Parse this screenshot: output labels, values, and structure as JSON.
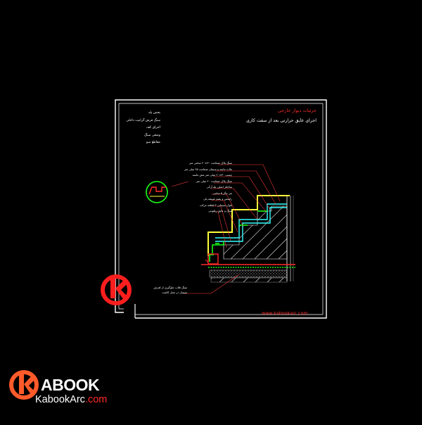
{
  "drawing": {
    "title": "جزئیات دیوار خارجی",
    "subtitle": "اجرای عایق حرارتی بعد از سفت کاری",
    "legend": [
      "بخش پله",
      "سنگ فرش گرانیت داخلی",
      "اجرای کف",
      "وضعی سنگ",
      "مقاطع سو"
    ],
    "callouts": [
      "سنگ پلاک ضخامت ۳۰×۲۰ سانتی متر",
      "ملات ماسه و سیمان ضخامت ۲۵ میلی متر",
      "چسب ۳۰×۲۰ میلی متر مش ماسه",
      "سنگ پلاک ضخامت ۲۰ میلی متر",
      "ساختار اصلی پله آرکی",
      "بتن مگر ۵ سانتی",
      "رابیتس و پشم شیشه پلی",
      "بلوک سیمانی ۳ قطعه مرکب",
      "سنگ و عایق رطوبتی"
    ],
    "note": [
      "سنگ قلاب جلوگیری از لغزش",
      "سیمان در محل کاشت"
    ],
    "website": "www.kabookarc.com",
    "colors": {
      "frame": "#ffffff",
      "red": "#ff2a2a",
      "yellow": "#ffff3a",
      "green": "#19ff19",
      "cyan": "#33ffff",
      "grey": "#bdbdbd"
    }
  },
  "branding": {
    "logo_text": "ABOOK",
    "url_black": "KabookArc",
    "url_red": ".com",
    "logo_icon": "kabook-k-icon"
  }
}
